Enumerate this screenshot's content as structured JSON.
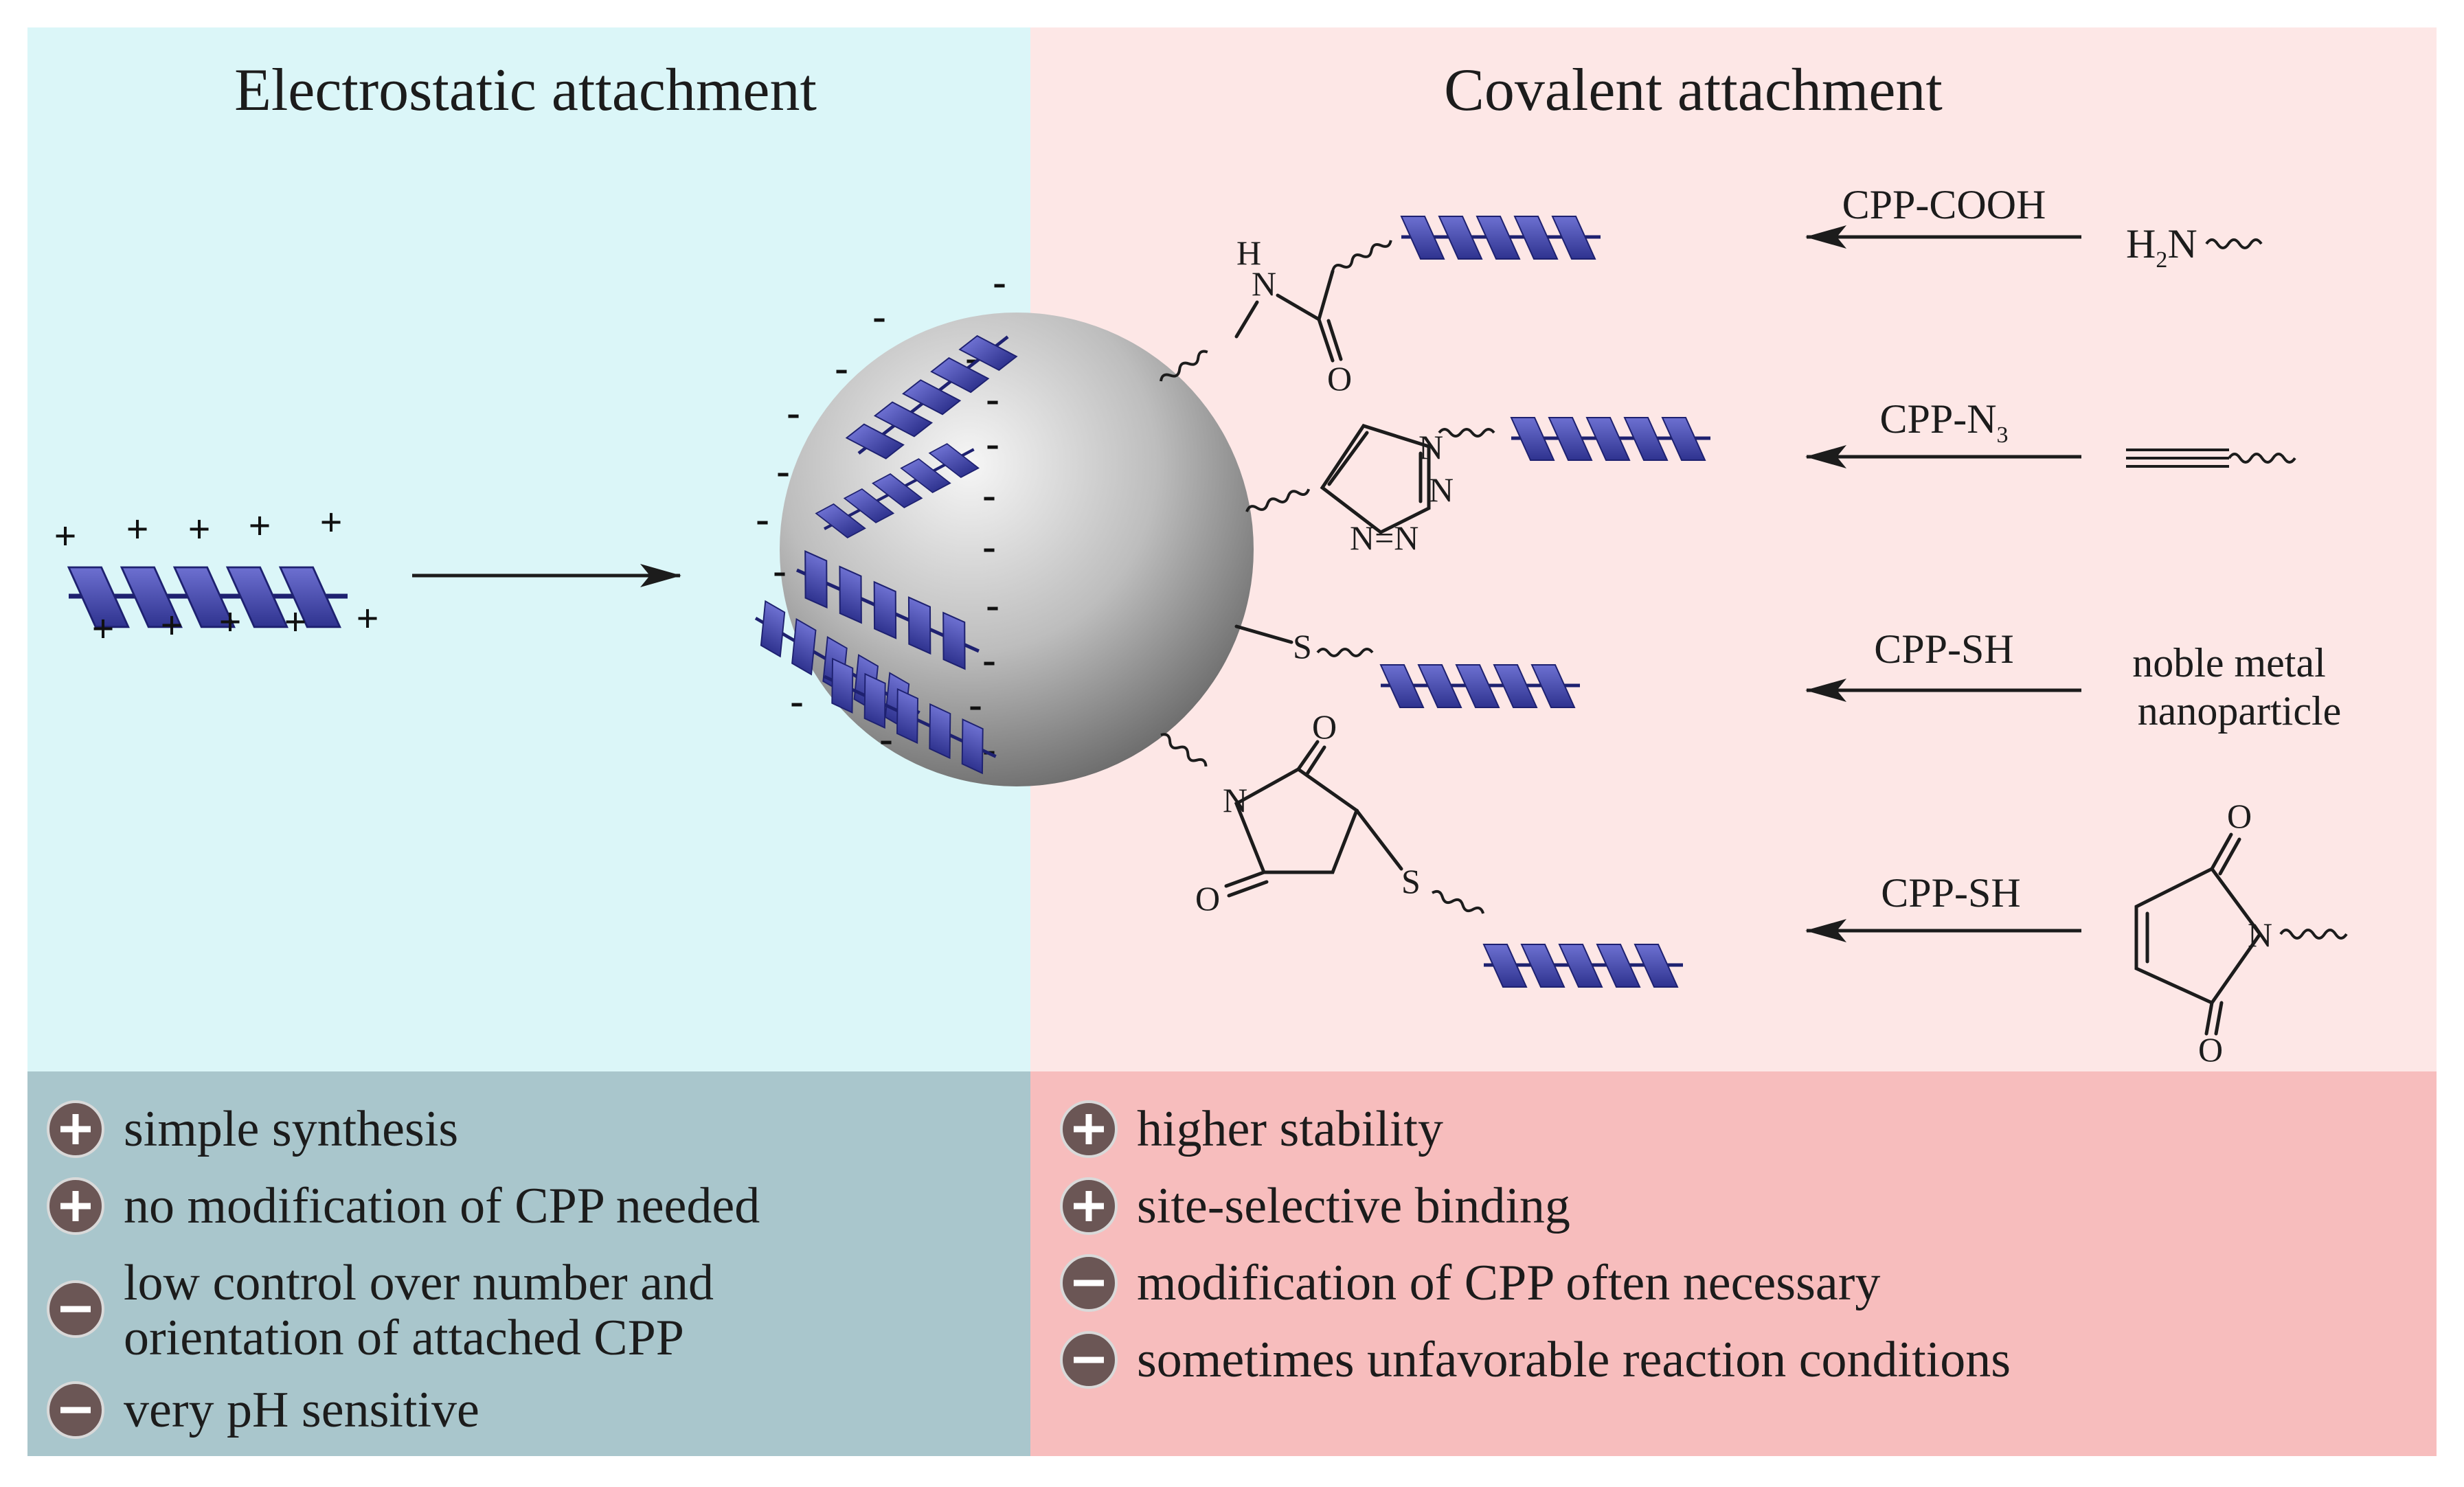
{
  "panels": {
    "electrostatic": {
      "title": "Electrostatic attachment",
      "color": "#dbf6f8",
      "list_color": "#a9c6cc",
      "pros_cons": [
        {
          "sign": "+",
          "lines": [
            "simple synthesis"
          ]
        },
        {
          "sign": "+",
          "lines": [
            "no modification of CPP needed"
          ]
        },
        {
          "sign": "-",
          "lines": [
            "low control over number and",
            "orientation of attached CPP"
          ]
        },
        {
          "sign": "-",
          "lines": [
            "very pH sensitive"
          ]
        }
      ]
    },
    "covalent": {
      "title": "Covalent attachment",
      "color": "#fde7e6",
      "list_color": "#f7bdbd",
      "pros_cons": [
        {
          "sign": "+",
          "lines": [
            "higher stability"
          ]
        },
        {
          "sign": "+",
          "lines": [
            "site-selective binding"
          ]
        },
        {
          "sign": "-",
          "lines": [
            "modification of CPP often necessary"
          ]
        },
        {
          "sign": "-",
          "lines": [
            "sometimes unfavorable reaction conditions"
          ]
        }
      ]
    }
  },
  "peptide_charge_positive": "+",
  "surface_charge_negative": "-",
  "reactions": [
    {
      "reagent": "CPP-COOH",
      "partner": "H2N",
      "partner_main": "H",
      "partner_sub": "2",
      "partner_tail": "N"
    },
    {
      "reagent_main": "CPP-N",
      "reagent_sub": "3",
      "reagent": "CPP-N3"
    },
    {
      "reagent": "CPP-SH",
      "partner_lines": [
        "noble metal",
        "nanoparticle"
      ]
    },
    {
      "reagent": "CPP-SH"
    }
  ],
  "atoms": {
    "amide_N": "N",
    "amide_H": "H",
    "amide_O": "O",
    "triazole_N1": "N",
    "triazole_N2": "N",
    "triazole_N3": "N=N",
    "thiol_S": "S",
    "succinimide_N": "N",
    "succinimide_O_top": "O",
    "succinimide_O_left": "O",
    "succinimide_S": "S",
    "maleimide_N": "N",
    "maleimide_O_top": "O",
    "maleimide_O_bottom": "O"
  },
  "colors": {
    "helix_front": "#4b4fb3",
    "helix_back": "#2b2e83",
    "bead_light": "#f4f4f4",
    "bead_dark": "#6e6e6e",
    "sign_badge": "#6b5655"
  }
}
